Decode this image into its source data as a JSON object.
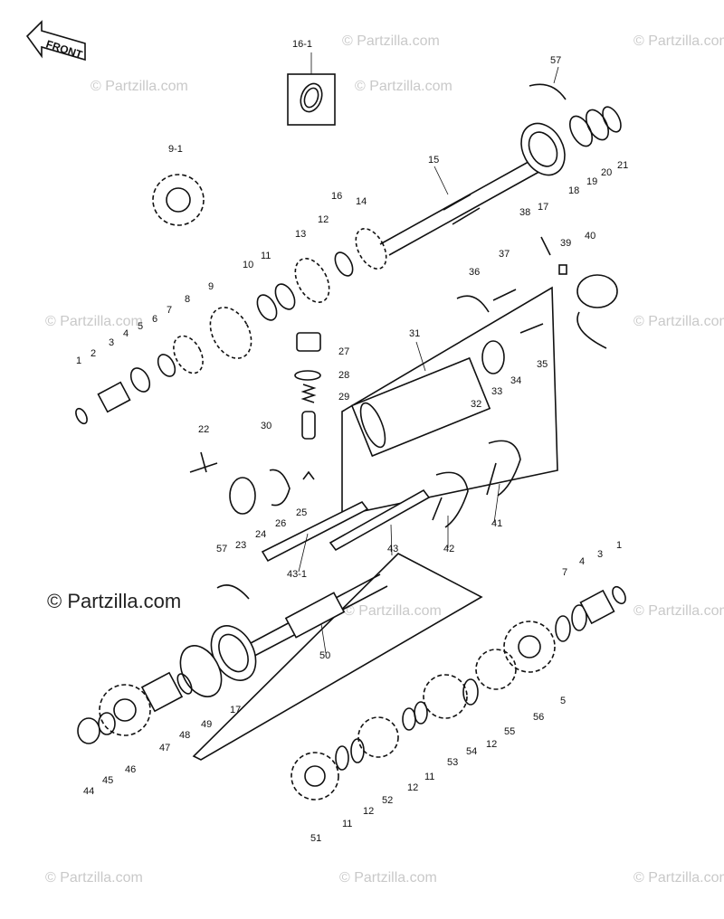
{
  "front_label": "FRONT",
  "watermarks": {
    "big": "© Partzilla.com",
    "small": "© Partzilla.com"
  },
  "callouts": [
    "16-1",
    "57",
    "9-1",
    "15",
    "21",
    "20",
    "19",
    "18",
    "17",
    "16",
    "14",
    "38",
    "40",
    "39",
    "37",
    "36",
    "13",
    "12",
    "11",
    "10",
    "9",
    "8",
    "7",
    "6",
    "5",
    "4",
    "3",
    "2",
    "1",
    "27",
    "28",
    "29",
    "30",
    "31",
    "33",
    "34",
    "35",
    "32",
    "22",
    "23",
    "24",
    "26",
    "25",
    "41",
    "42",
    "43",
    "43-1",
    "57",
    "50",
    "1",
    "3",
    "4",
    "7",
    "5",
    "56",
    "55",
    "12",
    "54",
    "53",
    "11",
    "12",
    "52",
    "12",
    "11",
    "51",
    "17",
    "49",
    "48",
    "47",
    "46",
    "45",
    "44"
  ],
  "colors": {
    "ink": "#111111",
    "watermark": "#c9c9c9"
  }
}
